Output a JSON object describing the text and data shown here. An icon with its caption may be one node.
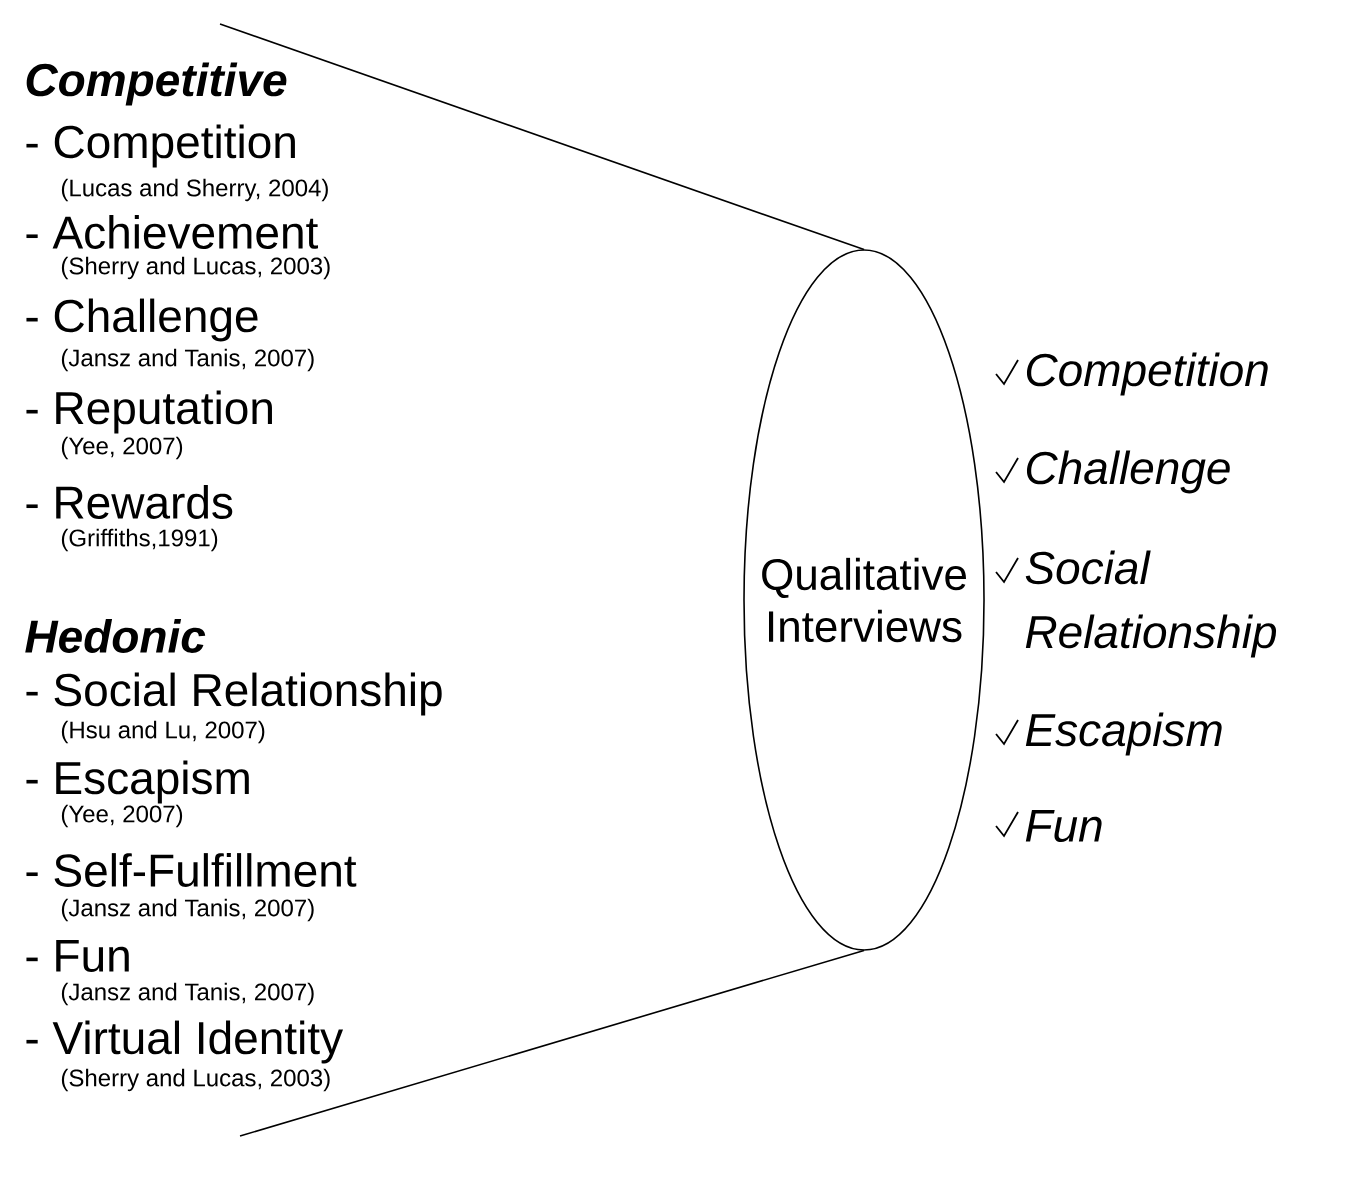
{
  "diagram": {
    "nodes": [
      {
        "text": [
          "Qualitative Interviews"
        ]
      }
    ],
    "labels": [
      "Competitive",
      "- Competition",
      "(Lucas and Sherry, 2004)",
      "- Achievement",
      "(Sherry and Lucas, 2003)",
      "- Challenge",
      "(Jansz and Tanis, 2007)",
      "- Reputation",
      "(Yee, 2007)",
      "- Rewards",
      "(Griffiths,1991)",
      "Hedonic",
      "- Social Relationship",
      "(Hsu and Lu, 2007)",
      "- Escapism",
      "(Yee, 2007)",
      "- Self-Fulfillment",
      "(Jansz and Tanis, 2007)",
      "- Fun",
      "(Jansz and Tanis, 2007)",
      "- Virtual Identity",
      "(Sherry and Lucas, 2003)",
      "Competition",
      "Challenge",
      "Social Relationship",
      "Escapism",
      "Fun"
    ]
  }
}
